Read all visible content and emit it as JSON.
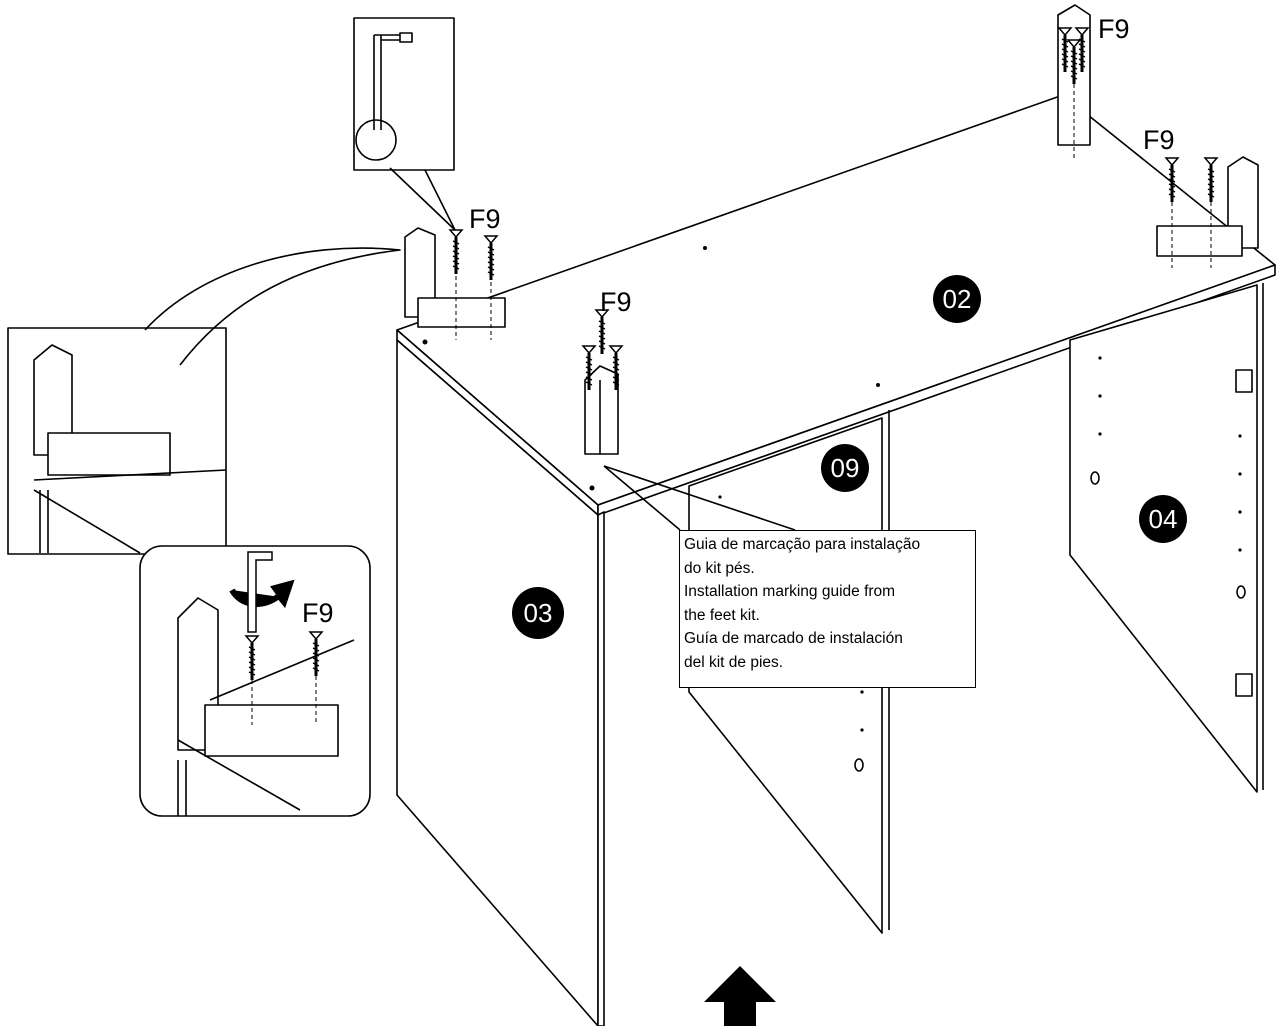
{
  "part_labels": {
    "top": "02",
    "left_side": "03",
    "right_side": "04",
    "divider": "09"
  },
  "screw_label": "F9",
  "note_lines": [
    "Guia de marcação para instalação",
    "do kit pés.",
    "Installation marking guide from",
    "the feet kit.",
    "Guía de marcado de instalación",
    "del kit de pies."
  ],
  "colors": {
    "line": "#000000",
    "badge": "#000000",
    "badge_text": "#ffffff",
    "background": "#ffffff"
  },
  "icons": [
    "hex-key-icon",
    "rotation-arrow-icon",
    "direction-arrow-icon"
  ]
}
